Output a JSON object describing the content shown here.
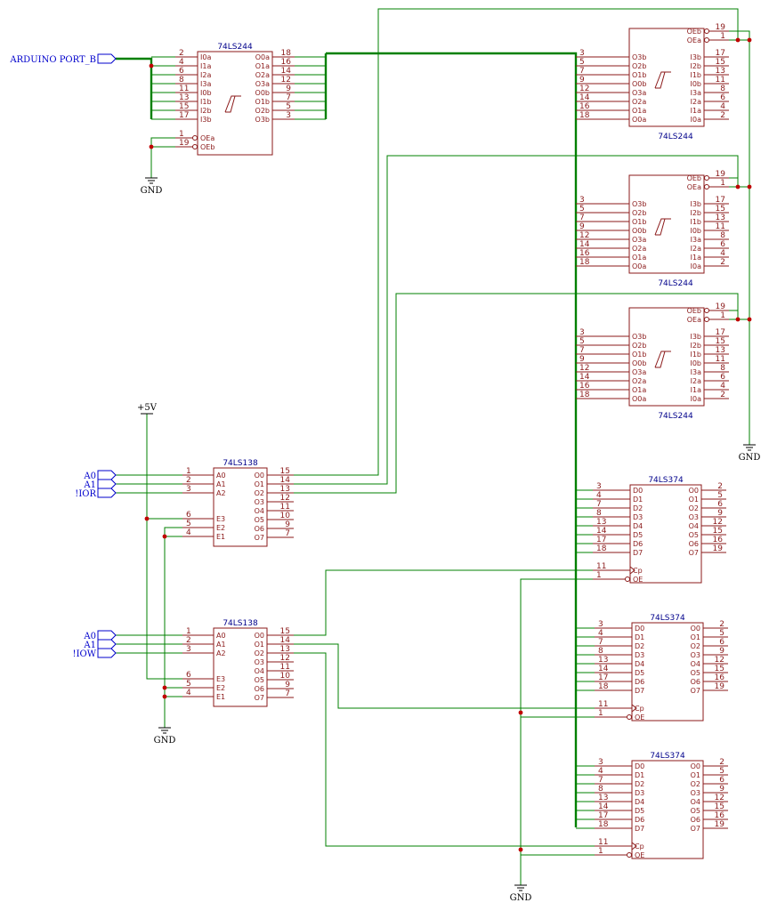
{
  "nets": {
    "arduino_port": "ARDUINO PORT_B",
    "a0": "A0",
    "a1": "A1",
    "ior": "!IOR",
    "iow": "!IOW",
    "vcc": "+5V",
    "gnd": "GND"
  },
  "chips": {
    "buf244": "74LS244",
    "dec138": "74LS138",
    "latch374": "74LS374"
  },
  "buf244_left": {
    "inputs": [
      [
        "I0a",
        "2"
      ],
      [
        "I1a",
        "4"
      ],
      [
        "I2a",
        "6"
      ],
      [
        "I3a",
        "8"
      ],
      [
        "I0b",
        "11"
      ],
      [
        "I1b",
        "13"
      ],
      [
        "I2b",
        "15"
      ],
      [
        "I3b",
        "17"
      ]
    ],
    "outputs": [
      [
        "O0a",
        "18"
      ],
      [
        "O1a",
        "16"
      ],
      [
        "O2a",
        "14"
      ],
      [
        "O3a",
        "12"
      ],
      [
        "O0b",
        "9"
      ],
      [
        "O1b",
        "7"
      ],
      [
        "O2b",
        "5"
      ],
      [
        "O3b",
        "3"
      ]
    ],
    "enables": [
      [
        "OEa",
        "1"
      ],
      [
        "OEb",
        "19"
      ]
    ]
  },
  "buf244_right": {
    "left_pins": [
      [
        "O3b",
        "3"
      ],
      [
        "O2b",
        "5"
      ],
      [
        "O1b",
        "7"
      ],
      [
        "O0b",
        "9"
      ],
      [
        "O3a",
        "12"
      ],
      [
        "O2a",
        "14"
      ],
      [
        "O1a",
        "16"
      ],
      [
        "O0a",
        "18"
      ]
    ],
    "right_pins": [
      [
        "I3b",
        "17"
      ],
      [
        "I2b",
        "15"
      ],
      [
        "I1b",
        "13"
      ],
      [
        "I0b",
        "11"
      ],
      [
        "I3a",
        "8"
      ],
      [
        "I2a",
        "6"
      ],
      [
        "I1a",
        "4"
      ],
      [
        "I0a",
        "2"
      ]
    ],
    "enables": [
      [
        "OEb",
        "19"
      ],
      [
        "OEa",
        "1"
      ]
    ]
  },
  "dec138": {
    "inputs": [
      [
        "A0",
        "1"
      ],
      [
        "A1",
        "2"
      ],
      [
        "A2",
        "3"
      ]
    ],
    "enables": [
      [
        "E3",
        "6"
      ],
      [
        "E2",
        "5"
      ],
      [
        "E1",
        "4"
      ]
    ],
    "outputs": [
      [
        "O0",
        "15"
      ],
      [
        "O1",
        "14"
      ],
      [
        "O2",
        "13"
      ],
      [
        "O3",
        "12"
      ],
      [
        "O4",
        "11"
      ],
      [
        "O5",
        "10"
      ],
      [
        "O6",
        "9"
      ],
      [
        "O7",
        "7"
      ]
    ]
  },
  "latch374": {
    "inputs": [
      [
        "D0",
        "3"
      ],
      [
        "D1",
        "4"
      ],
      [
        "D2",
        "7"
      ],
      [
        "D3",
        "8"
      ],
      [
        "D4",
        "13"
      ],
      [
        "D5",
        "14"
      ],
      [
        "D6",
        "17"
      ],
      [
        "D7",
        "18"
      ]
    ],
    "outputs": [
      [
        "O0",
        "2"
      ],
      [
        "O1",
        "5"
      ],
      [
        "O2",
        "6"
      ],
      [
        "O3",
        "9"
      ],
      [
        "O4",
        "12"
      ],
      [
        "O5",
        "15"
      ],
      [
        "O6",
        "16"
      ],
      [
        "O7",
        "19"
      ]
    ],
    "controls": [
      [
        "Cp",
        "11"
      ],
      [
        "OE",
        "1"
      ]
    ]
  }
}
